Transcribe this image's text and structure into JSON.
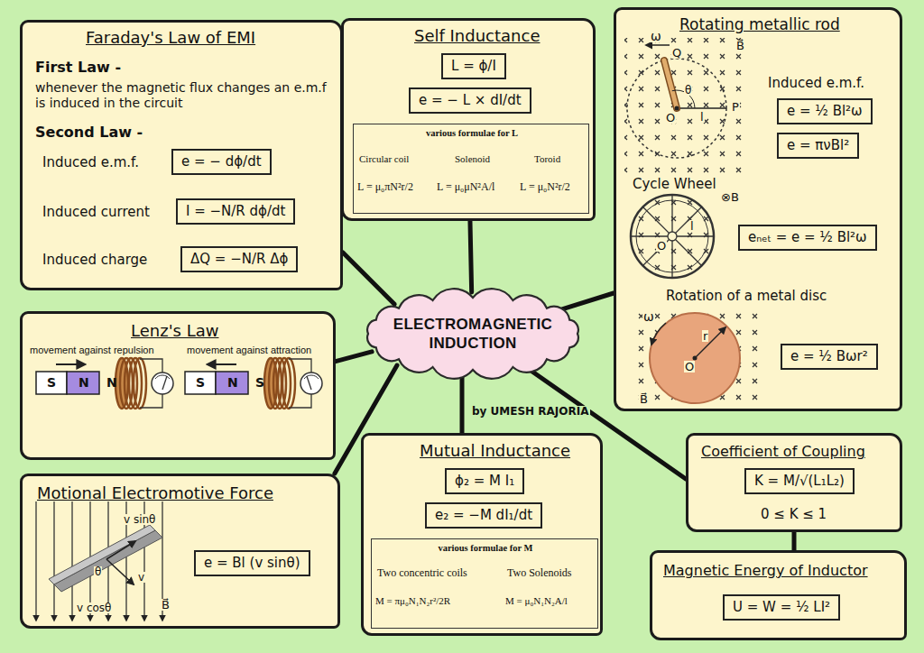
{
  "diagram": {
    "nodes": [
      {
        "text": [
          "ELECTROMAGNETIC INDUCTION"
        ]
      },
      {
        "text": [
          "Faraday's Law of EMI",
          "First Law -",
          "whenever the magnetic flux changes an e.m.f is induced in the circuit",
          "Second Law -",
          "Induced e.m.f.",
          "Induced current",
          "Induced charge"
        ]
      },
      {
        "text": [
          "e = − dϕ/dt"
        ],
        "in": 1
      },
      {
        "text": [
          "I = −N/R dϕ/dt"
        ],
        "in": 1
      },
      {
        "text": [
          "ΔQ = −N/R Δϕ"
        ],
        "in": 1
      },
      {
        "text": [
          "Self Inductance"
        ]
      },
      {
        "text": [
          "L = ϕ/I"
        ],
        "in": 5
      },
      {
        "text": [
          "e = − L × dI/dt"
        ],
        "in": 5
      },
      {
        "text": [
          "various formulae for L",
          "Circular coil",
          "Solenoid",
          "Toroid",
          "L = μ₀πN²r/2",
          "L = μ₀μN²A/l",
          "L = μ₀N²r/2"
        ],
        "in": 5
      },
      {
        "text": [
          "Rotating metallic rod",
          "Induced e.m.f.",
          "Cycle Wheel",
          "Rotation of a metal disc"
        ]
      },
      {
        "text": [
          "e = ½ Bl²ω"
        ],
        "in": 9
      },
      {
        "text": [
          "e = πνBl²"
        ],
        "in": 9
      },
      {
        "text": [
          "eₙₑₜ = e = ½ Bl²ω"
        ],
        "in": 9
      },
      {
        "text": [
          "e = ½ Bωr²"
        ],
        "in": 9
      },
      {
        "text": [
          "Lenz's Law",
          "movement against repulsion",
          "movement against attraction"
        ]
      },
      {
        "text": [
          "Motional Electromotive Force"
        ]
      },
      {
        "text": [
          "e = Bl (v sinθ)"
        ],
        "in": 15
      },
      {
        "text": [
          "Mutual Inductance"
        ]
      },
      {
        "text": [
          "ϕ₂ = M I₁"
        ],
        "in": 17
      },
      {
        "text": [
          "e₂ = −M dI₁/dt"
        ],
        "in": 17
      },
      {
        "text": [
          "various formulae for M",
          "Two concentric coils",
          "Two Solenoids",
          "M = πμ₀N₁N₂r²/2R",
          "M = μ₀N₁N₂A/l"
        ],
        "in": 17
      },
      {
        "text": [
          "Coefficient of Coupling",
          "0 ≤ K ≤ 1"
        ]
      },
      {
        "text": [
          "K = M/√(L₁L₂)"
        ],
        "in": 21
      },
      {
        "text": [
          "Magnetic Energy of Inductor"
        ]
      },
      {
        "text": [
          "U = W = ½ LI²"
        ],
        "in": 23
      }
    ],
    "edges": [
      {
        "from": 0,
        "to": 1,
        "arrow": "none"
      },
      {
        "from": 0,
        "to": 5,
        "arrow": "none"
      },
      {
        "from": 0,
        "to": 9,
        "arrow": "none"
      },
      {
        "from": 0,
        "to": 14,
        "arrow": "none"
      },
      {
        "from": 0,
        "to": 15,
        "arrow": "none"
      },
      {
        "from": 0,
        "to": 17,
        "arrow": "none"
      },
      {
        "from": 0,
        "to": 21,
        "arrow": "none"
      },
      {
        "from": 21,
        "to": 23,
        "arrow": "none"
      }
    ],
    "labels": [
      "by UMESH RAJORIA",
      "ω",
      "Q",
      "B⃗",
      "θ",
      "O",
      "l",
      "P",
      "O",
      "l",
      "⊗B",
      "ω",
      "r",
      "O",
      "B⃗",
      "S",
      "N",
      "N",
      "S",
      "N",
      "S",
      "v sinθ",
      "θ",
      "v",
      "v cosθ",
      "B⃗"
    ]
  }
}
